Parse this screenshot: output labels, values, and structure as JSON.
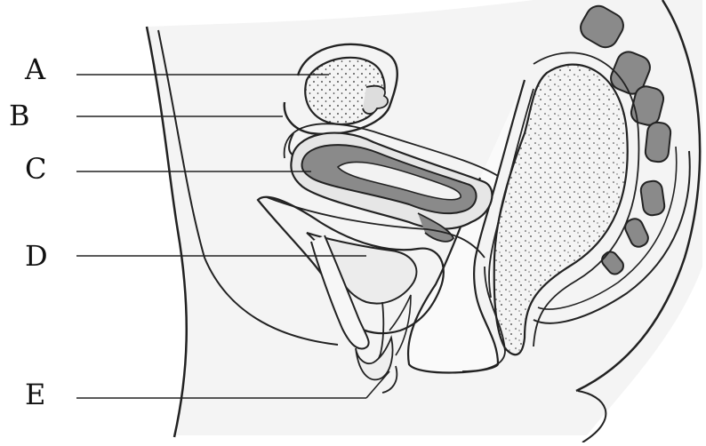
{
  "diagram": {
    "labels": [
      {
        "key": "a",
        "text": "A"
      },
      {
        "key": "b",
        "text": "B"
      },
      {
        "key": "c",
        "text": "C"
      },
      {
        "key": "d",
        "text": "D"
      },
      {
        "key": "e",
        "text": "E"
      }
    ],
    "colors": {
      "outline": "#222222",
      "fill_gray": "#8a8a8a",
      "fill_light": "#e6e6e6",
      "skin_shade": "#f0f0f0",
      "background": "#ffffff"
    }
  }
}
